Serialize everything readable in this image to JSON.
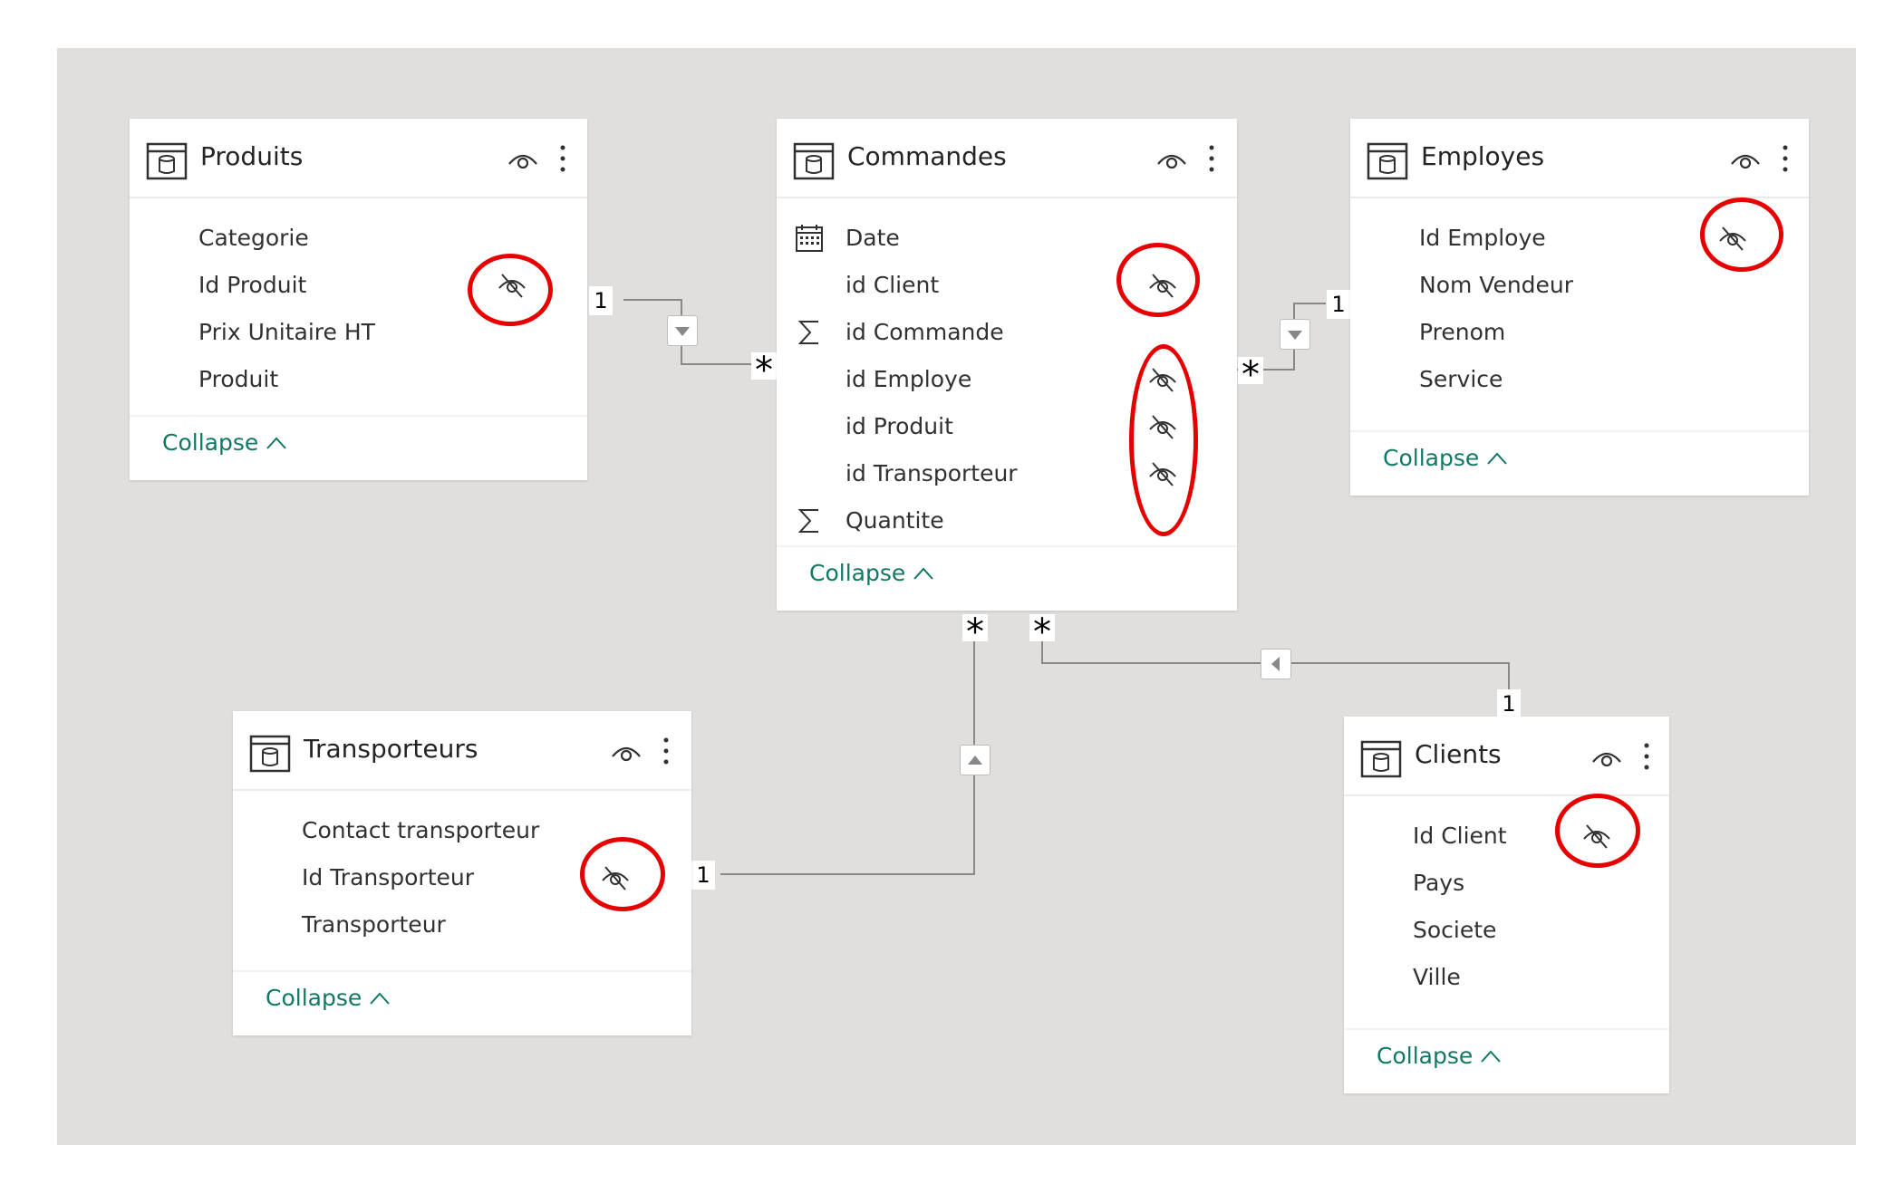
{
  "tables": {
    "produits": {
      "title": "Produits",
      "fields": [
        "Categorie",
        "Id Produit",
        "Prix Unitaire HT",
        "Produit"
      ],
      "hidden_fields": [
        "Id Produit"
      ],
      "collapse_label": "Collapse"
    },
    "commandes": {
      "title": "Commandes",
      "fields": [
        "Date",
        "id Client",
        "id Commande",
        "id Employe",
        "id Produit",
        "id Transporteur",
        "Quantite"
      ],
      "field_icons": [
        "calendar-icon",
        "",
        "sigma-icon",
        "",
        "",
        "",
        "sigma-icon"
      ],
      "hidden_fields": [
        "id Client",
        "id Employe",
        "id Produit",
        "id Transporteur"
      ],
      "collapse_label": "Collapse"
    },
    "employes": {
      "title": "Employes",
      "fields": [
        "Id Employe",
        "Nom Vendeur",
        "Prenom",
        "Service"
      ],
      "hidden_fields": [
        "Id Employe"
      ],
      "collapse_label": "Collapse"
    },
    "transporteurs": {
      "title": "Transporteurs",
      "fields": [
        "Contact transporteur",
        "Id Transporteur",
        "Transporteur"
      ],
      "hidden_fields": [
        "Id Transporteur"
      ],
      "collapse_label": "Collapse"
    },
    "clients": {
      "title": "Clients",
      "fields": [
        "Id Client",
        "Pays",
        "Societe",
        "Ville"
      ],
      "hidden_fields": [
        "Id Client"
      ],
      "collapse_label": "Collapse"
    }
  },
  "relationships": [
    {
      "from": "Produits",
      "to": "Commandes",
      "from_cardinality": "1",
      "to_cardinality": "*",
      "filter_direction": "down"
    },
    {
      "from": "Employes",
      "to": "Commandes",
      "from_cardinality": "1",
      "to_cardinality": "*",
      "filter_direction": "down"
    },
    {
      "from": "Transporteurs",
      "to": "Commandes",
      "from_cardinality": "1",
      "to_cardinality": "*",
      "filter_direction": "up"
    },
    {
      "from": "Clients",
      "to": "Commandes",
      "from_cardinality": "1",
      "to_cardinality": "*",
      "filter_direction": "left"
    }
  ],
  "labels": {
    "one": "1",
    "many": "*"
  },
  "colors": {
    "canvas": "#e1dfdd",
    "card": "#ffffff",
    "collapse_link": "#117865",
    "highlight": "#e60000",
    "wire": "#8a8886"
  }
}
